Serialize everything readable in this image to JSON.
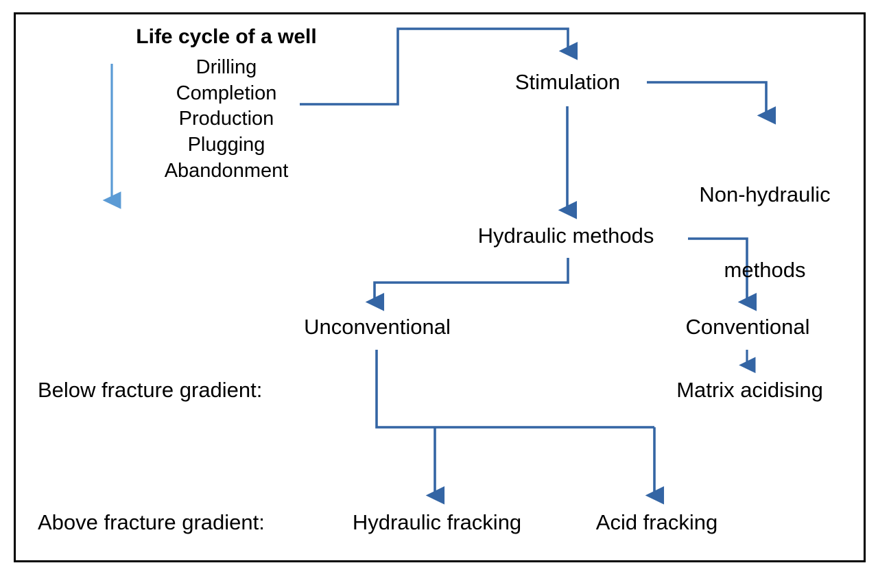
{
  "diagram": {
    "title": "Life cycle of a well",
    "accent_color": "#3465A4",
    "accent_color_light": "#5B9BD5",
    "border_color": "#000000",
    "background_color": "#FFFFFF",
    "text_color": "#000000",
    "lifecycle": {
      "heading": "Life cycle of a well",
      "stages": [
        "Drilling",
        "Completion",
        "Production",
        "Plugging",
        "Abandonment"
      ],
      "direction_arrow": "down-arrow-icon"
    },
    "nodes": {
      "stimulation": "Stimulation",
      "non_hydraulic": "Non-hydraulic\nmethods",
      "non_hydraulic_line1": "Non-hydraulic",
      "non_hydraulic_line2": "methods",
      "hydraulic_methods": "Hydraulic methods",
      "unconventional": "Unconventional",
      "conventional": "Conventional",
      "matrix_acidising": "Matrix acidising",
      "hydraulic_fracking": "Hydraulic fracking",
      "acid_fracking": "Acid fracking"
    },
    "labels": {
      "below_fracture_gradient": "Below fracture gradient:",
      "above_fracture_gradient": "Above fracture gradient:"
    },
    "edges": [
      {
        "name": "completion-to-stimulation",
        "from": "Completion",
        "to": "Stimulation"
      },
      {
        "name": "stimulation-to-non-hydraulic",
        "from": "Stimulation",
        "to": "Non-hydraulic methods"
      },
      {
        "name": "stimulation-to-hydraulic-methods",
        "from": "Stimulation",
        "to": "Hydraulic methods"
      },
      {
        "name": "hydraulic-methods-to-unconventional",
        "from": "Hydraulic methods",
        "to": "Unconventional"
      },
      {
        "name": "hydraulic-methods-to-conventional",
        "from": "Hydraulic methods",
        "to": "Conventional"
      },
      {
        "name": "conventional-to-matrix-acidising",
        "from": "Conventional",
        "to": "Matrix acidising"
      },
      {
        "name": "unconventional-to-hydraulic-fracking",
        "from": "Unconventional",
        "to": "Hydraulic fracking"
      },
      {
        "name": "unconventional-to-acid-fracking",
        "from": "Unconventional",
        "to": "Acid fracking"
      }
    ]
  }
}
